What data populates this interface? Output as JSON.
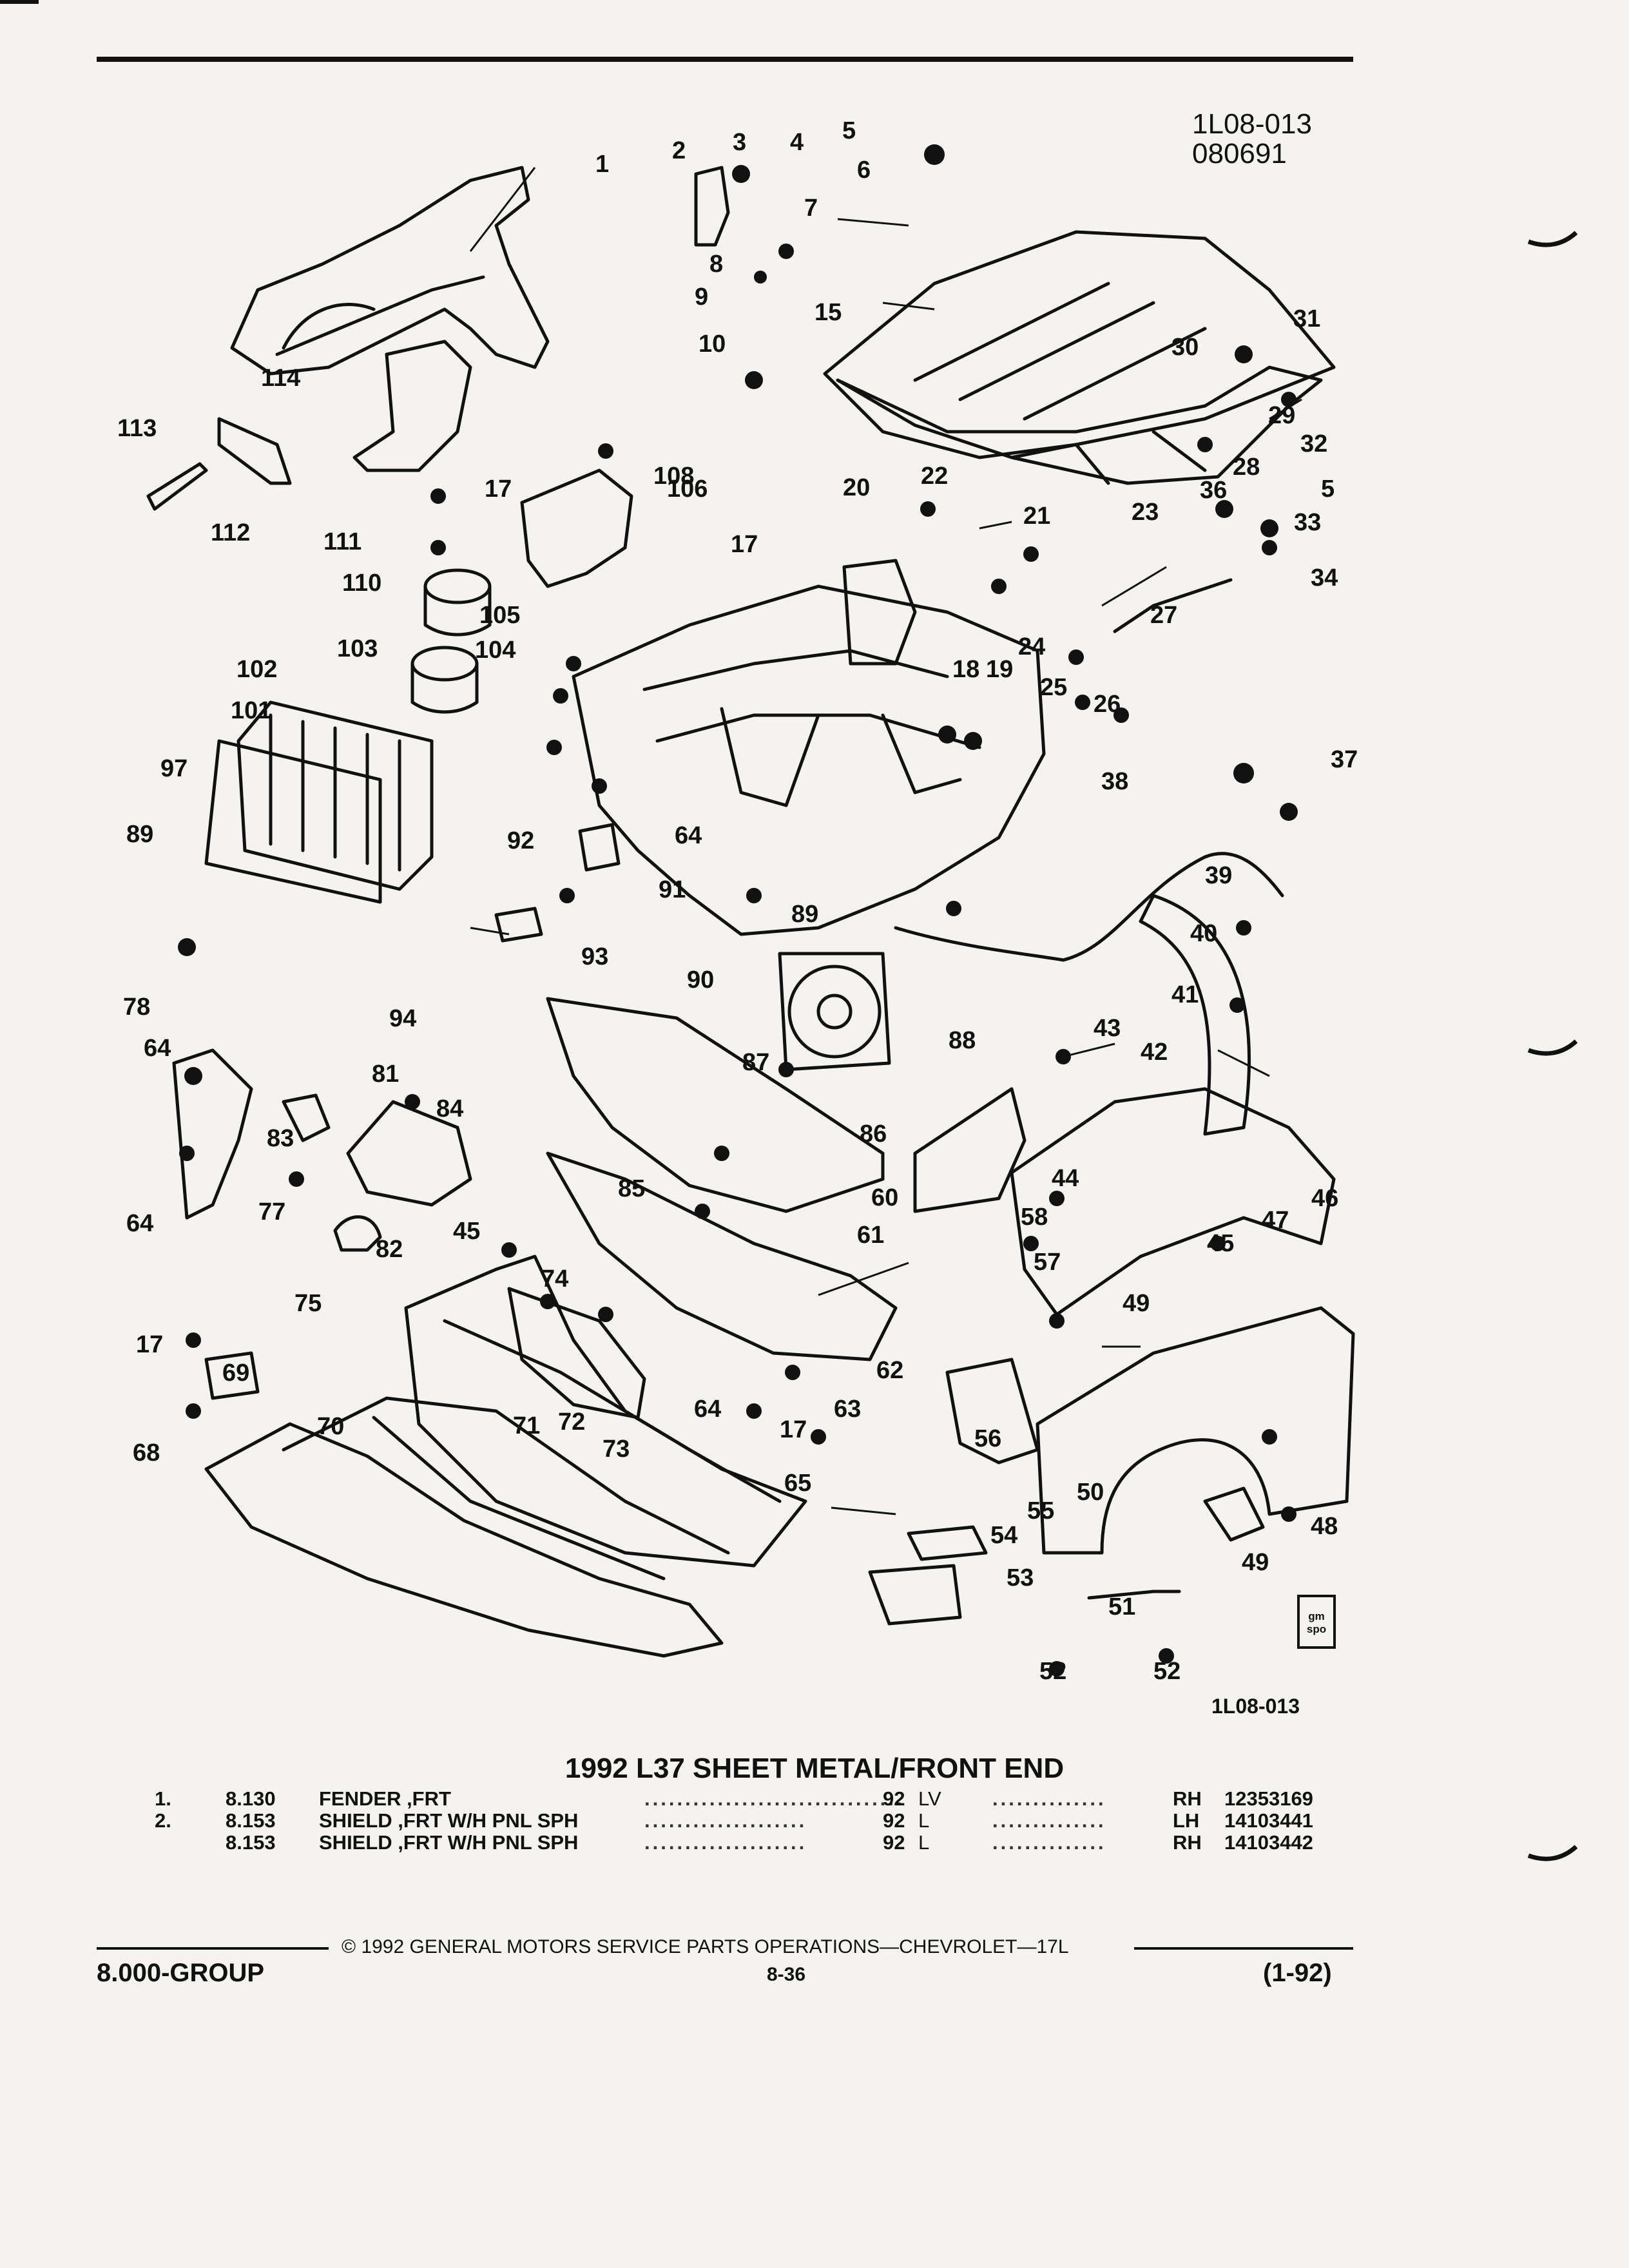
{
  "header": {
    "ref_code": "1L08-013",
    "ref_date": "080691"
  },
  "diagram": {
    "callouts": [
      "1",
      "2",
      "3",
      "4",
      "5",
      "6",
      "7",
      "8",
      "9",
      "10",
      "15",
      "17",
      "18",
      "19",
      "20",
      "21",
      "22",
      "23",
      "24",
      "25",
      "26",
      "27",
      "28",
      "29",
      "30",
      "31",
      "32",
      "33",
      "34",
      "36",
      "37",
      "38",
      "39",
      "40",
      "41",
      "42",
      "43",
      "44",
      "45",
      "46",
      "47",
      "48",
      "49",
      "50",
      "51",
      "52",
      "53",
      "54",
      "55",
      "56",
      "57",
      "58",
      "60",
      "61",
      "62",
      "63",
      "64",
      "65",
      "68",
      "69",
      "70",
      "71",
      "72",
      "73",
      "74",
      "75",
      "77",
      "78",
      "81",
      "82",
      "83",
      "84",
      "85",
      "86",
      "87",
      "88",
      "89",
      "90",
      "91",
      "92",
      "93",
      "94",
      "97",
      "101",
      "102",
      "103",
      "104",
      "105",
      "106",
      "108",
      "110",
      "111",
      "112",
      "113",
      "114"
    ],
    "figure_ref": "1L08-013",
    "badge_text": "gm spo"
  },
  "title": "1992 L37 SHEET METAL/FRONT END",
  "parts": [
    {
      "num": "1.",
      "cat": "8.130",
      "desc": "FENDER ,FRT",
      "year": "92",
      "code": "LV",
      "side": "RH",
      "part_no": "12353169"
    },
    {
      "num": "2.",
      "cat": "8.153",
      "desc": "SHIELD ,FRT W/H PNL SPH",
      "year": "92",
      "code": "L",
      "side": "LH",
      "part_no": "14103441"
    },
    {
      "num": "",
      "cat": "8.153",
      "desc": "SHIELD ,FRT W/H PNL SPH",
      "year": "92",
      "code": "L",
      "side": "RH",
      "part_no": "14103442"
    }
  ],
  "footer": {
    "copyright": "© 1992 GENERAL MOTORS SERVICE PARTS OPERATIONS—CHEVROLET—17L",
    "group": "8.000-GROUP",
    "page": "8-36",
    "revision": "(1-92)"
  }
}
